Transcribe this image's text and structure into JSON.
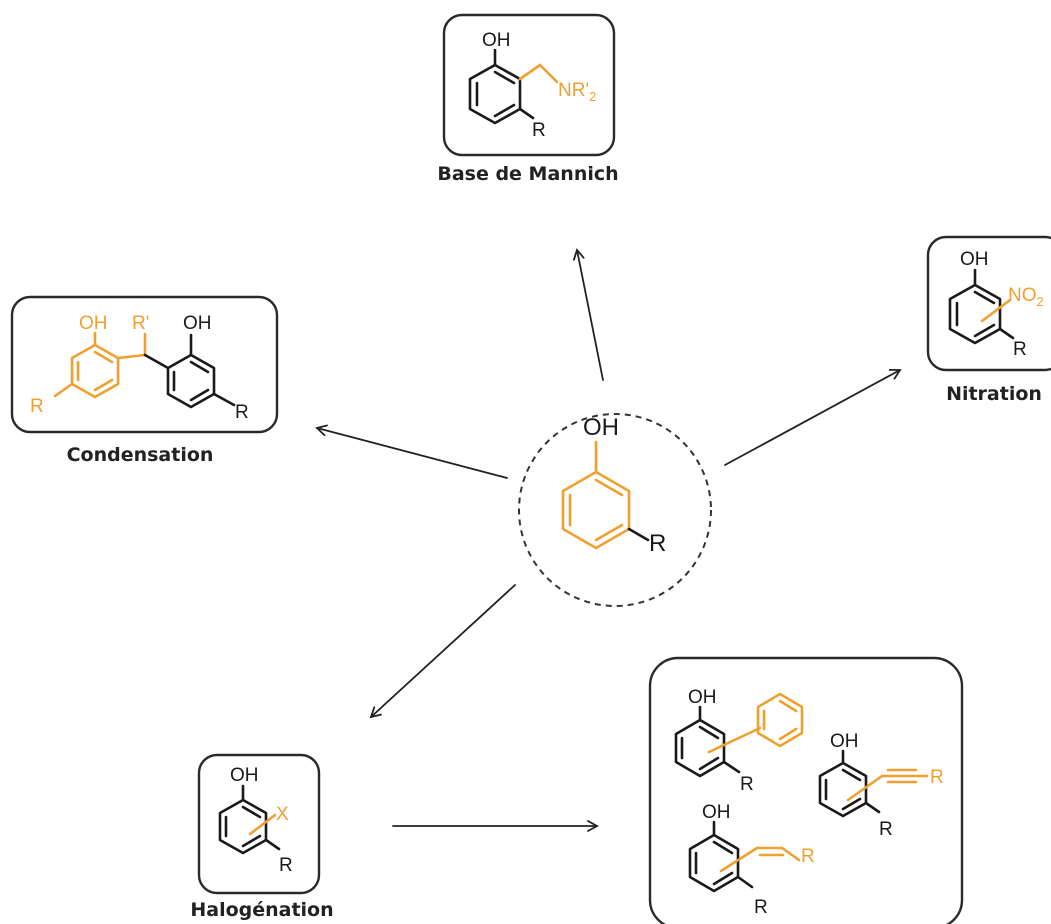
{
  "colors": {
    "highlight": "#f0a030",
    "structure": "#1a1a1a"
  },
  "center": {
    "oh": "OH",
    "r": "R"
  },
  "mannich": {
    "label": "Base de Mannich",
    "oh": "OH",
    "nr": "NR'",
    "nr_sub": "2",
    "r": "R"
  },
  "nitration": {
    "label": "Nitration",
    "oh": "OH",
    "no": "NO",
    "no_sub": "2",
    "r": "R"
  },
  "condensation": {
    "label": "Condensation",
    "oh_left": "OH",
    "r_prime": "R'",
    "oh_right": "OH",
    "r_left": "R",
    "r_right": "R"
  },
  "halogenation": {
    "label": "Halogénation",
    "oh": "OH",
    "x": "X",
    "r": "R"
  },
  "coupling": {
    "aryl": {
      "oh": "OH",
      "r": "R"
    },
    "alkyne": {
      "oh": "OH",
      "r_end": "R",
      "r": "R"
    },
    "alkene": {
      "oh": "OH",
      "r_end": "R",
      "r": "R"
    }
  }
}
